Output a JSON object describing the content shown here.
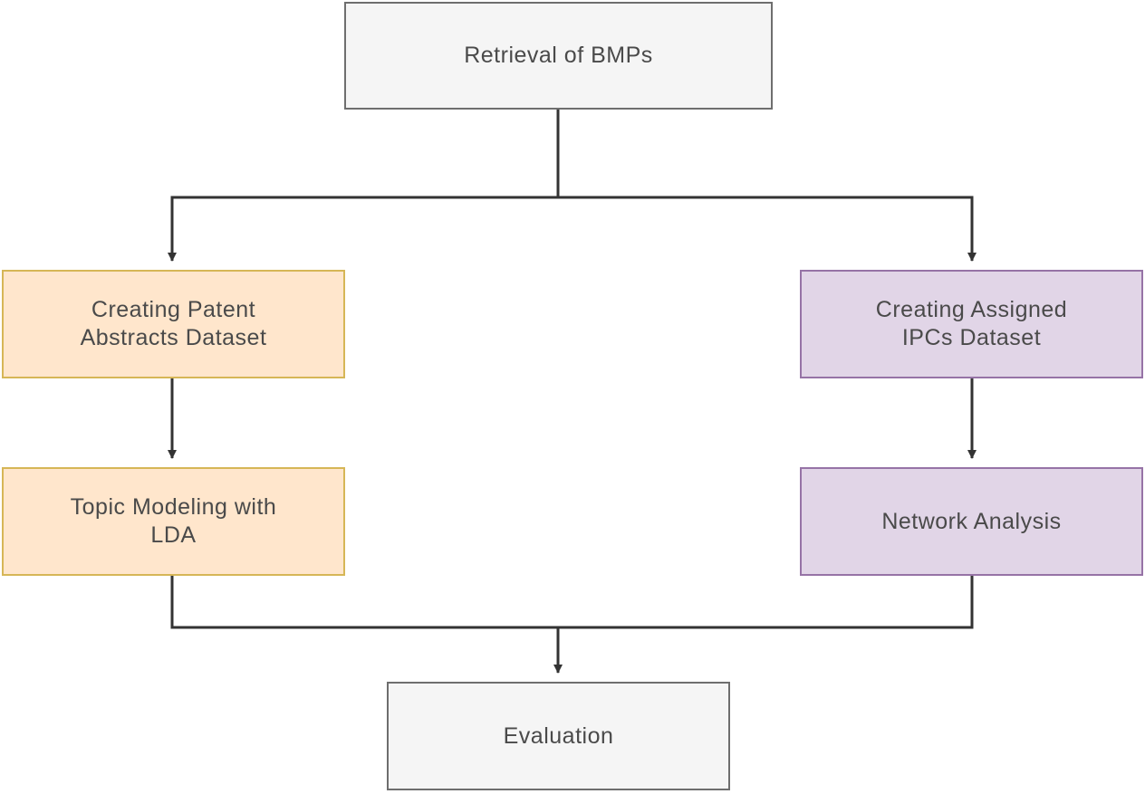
{
  "diagram": {
    "nodes": {
      "retrieval": {
        "label": "Retrieval of BMPs"
      },
      "abstracts": {
        "label": "Creating Patent\nAbstracts Dataset"
      },
      "ipcs": {
        "label": "Creating Assigned\nIPCs Dataset"
      },
      "lda": {
        "label": "Topic Modeling with\nLDA"
      },
      "network": {
        "label": "Network Analysis"
      },
      "evaluation": {
        "label": "Evaluation"
      }
    },
    "edges": [
      {
        "from": "retrieval",
        "to": "abstracts"
      },
      {
        "from": "retrieval",
        "to": "ipcs"
      },
      {
        "from": "abstracts",
        "to": "lda"
      },
      {
        "from": "ipcs",
        "to": "network"
      },
      {
        "from": "lda",
        "to": "evaluation"
      },
      {
        "from": "network",
        "to": "evaluation"
      }
    ],
    "colors": {
      "line": "#333333",
      "gray_fill": "#f5f5f5",
      "gray_stroke": "#6e6e6e",
      "orange_fill": "#ffe6cc",
      "orange_stroke": "#d6b656",
      "purple_fill": "#e1d5e7",
      "purple_stroke": "#9673a6",
      "text": "#4a4a4a"
    }
  }
}
